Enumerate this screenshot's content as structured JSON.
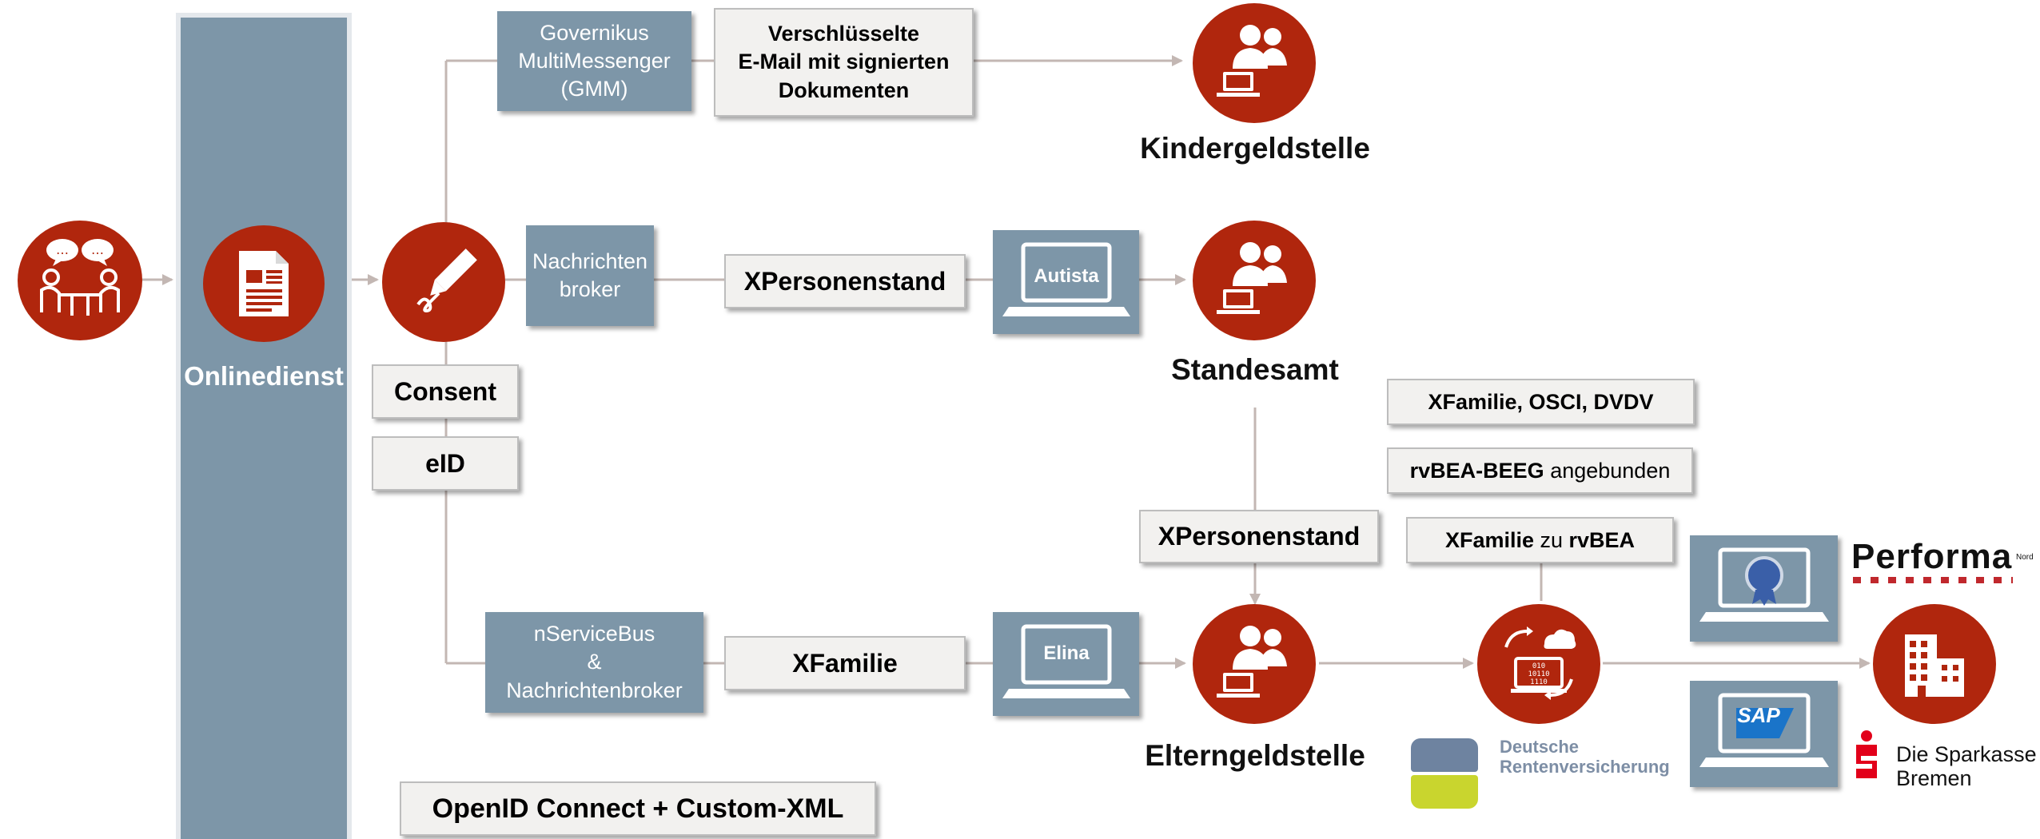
{
  "colors": {
    "accent_red": "#b0260d",
    "box_blue": "#7d96a8",
    "box_grey": "#f2f1ef",
    "line_grey": "#c3b7b3"
  },
  "column": {
    "label": "Onlinedienst"
  },
  "messengers": {
    "gmm": "Governikus\nMultiMessenger\n(GMM)",
    "broker": "Nachrichten\nbroker",
    "nservicebus": "nServiceBus\n&\nNachrichtenbroker"
  },
  "formats": {
    "email": "Verschlüsselte\nE-Mail mit signierten\nDokumenten",
    "xpersonenstand": "XPersonenstand",
    "xpersonenstand_2": "XPersonenstand",
    "xfamilie": "XFamilie",
    "consent": "Consent",
    "eid": "eID",
    "openid": "OpenID Connect + Custom-XML",
    "xfamilie_osci": "XFamilie, OSCI, DVDV",
    "rvbea_bold": "rvBEA-BEEG",
    "rvbea_rest": " angebunden",
    "xfam_rv_a": "XFamilie",
    "xfam_rv_b": " zu ",
    "xfam_rv_c": "rvBEA"
  },
  "systems": {
    "autista": "Autista",
    "elina": "Elina",
    "sap": "SAP"
  },
  "places": {
    "kindergeld": "Kindergeldstelle",
    "standesamt": "Standesamt",
    "elterngeld": "Elterngeldstelle"
  },
  "logos": {
    "drv": "Deutsche\nRentenversicherung",
    "performa": "Performa",
    "performa_tag": "Nord",
    "sparkasse": "Die Sparkasse\nBremen",
    "sparkasse_mark": "S"
  },
  "icons": {
    "citizens": "people-talking-icon",
    "document": "document-icon",
    "signature": "pen-signature-icon",
    "office": "office-workers-icon",
    "data_exchange": "data-exchange-icon",
    "bank": "bank-building-icon",
    "laptop": "laptop-icon",
    "certificate": "certificate-badge-icon"
  }
}
